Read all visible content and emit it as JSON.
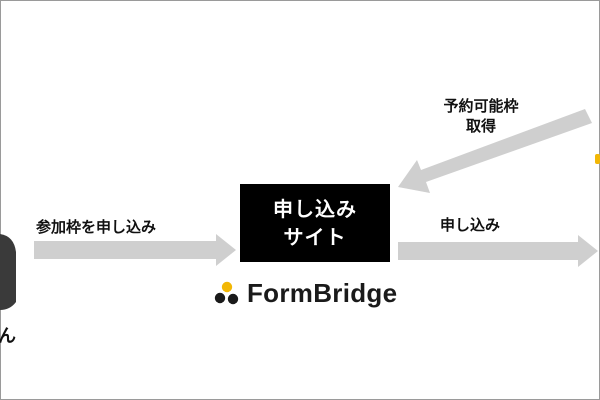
{
  "person": {
    "name_line1": "ん",
    "name_line2": "）"
  },
  "arrows": {
    "left_label": "参加枠を申し込み",
    "right_label": "申し込み",
    "top_label_line1": "予約可能枠",
    "top_label_line2": "取得"
  },
  "site_box": {
    "line1": "申し込み",
    "line2": "サイト"
  },
  "brand": {
    "name": "FormBridge",
    "logo_icon": "formbridge-logo-icon"
  },
  "colors": {
    "arrow": "#cfcfcf",
    "box": "#000000",
    "accent": "#f2b705"
  }
}
